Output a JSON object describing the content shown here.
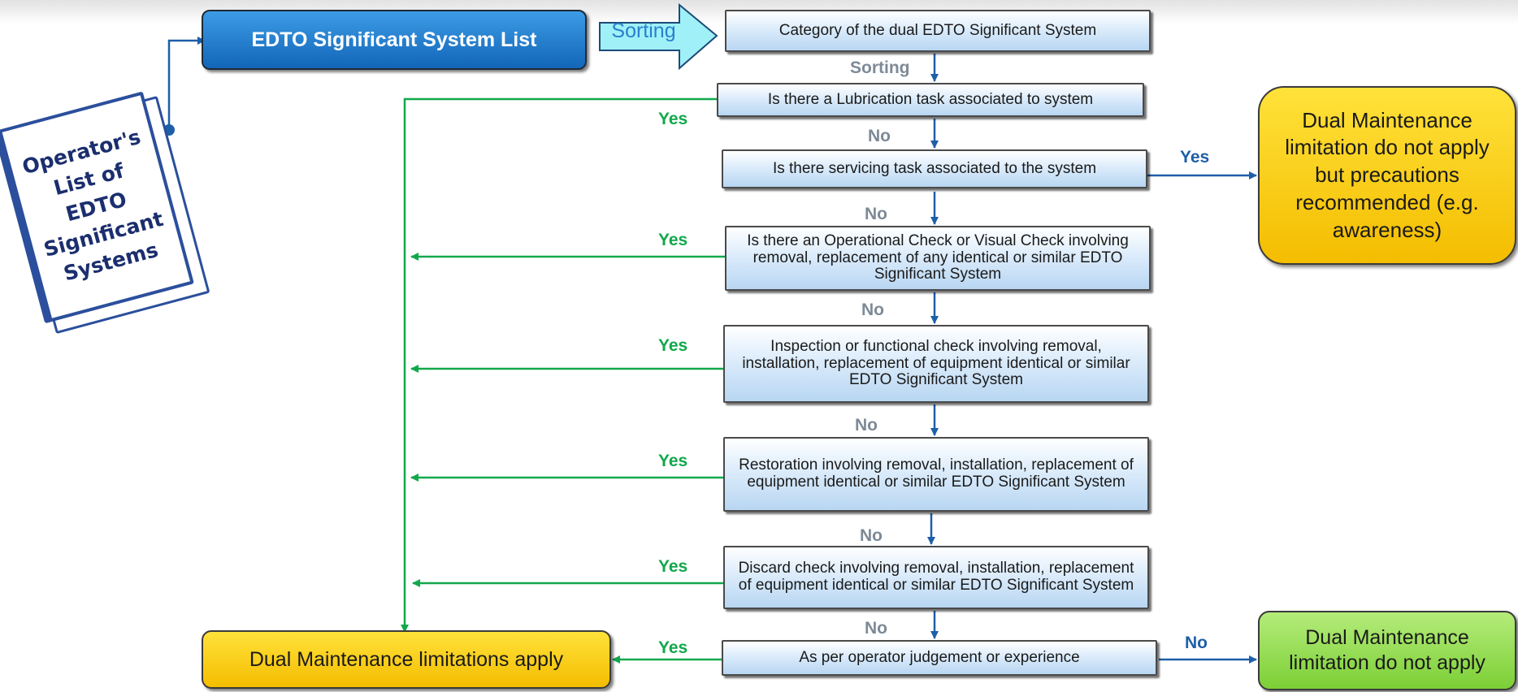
{
  "book": {
    "line1": "Operator's",
    "line2": "List of",
    "line3": "EDTO",
    "line4": "Significant",
    "line5": "Systems"
  },
  "title": "EDTO Significant System List",
  "sorting_arrow": "Sorting",
  "sorting_label": "Sorting",
  "category": "Category of the dual EDTO Significant System",
  "questions": {
    "q1": "Is there a Lubrication task associated to system",
    "q2": "Is there servicing task associated to the system",
    "q3": "Is there an Operational Check or Visual Check involving removal, replacement of any identical or similar EDTO Significant System",
    "q4": "Inspection or functional check involving removal, installation, replacement of equipment identical or similar EDTO Significant System",
    "q5": "Restoration involving removal, installation, replacement of equipment identical or similar EDTO Significant System",
    "q6": "Discard check involving removal, installation, replacement of equipment identical or similar EDTO Significant System",
    "q7": "As per operator judgement or experience"
  },
  "outcomes": {
    "apply": "Dual Maintenance limitations apply",
    "precautions": "Dual Maintenance limitation do not apply but precautions recommended (e.g. awareness)",
    "not_apply_l1": "Dual Maintenance",
    "not_apply_l2": "limitation do not apply"
  },
  "labels": {
    "yes": "Yes",
    "no": "No"
  },
  "colors": {
    "flow_blue": "#1e5fa8",
    "yes_green": "#11a84c",
    "no_gray": "#7d8a96",
    "title_blue": "#1266b8",
    "yellow": "#f4bd00",
    "green": "#7ccf36"
  }
}
